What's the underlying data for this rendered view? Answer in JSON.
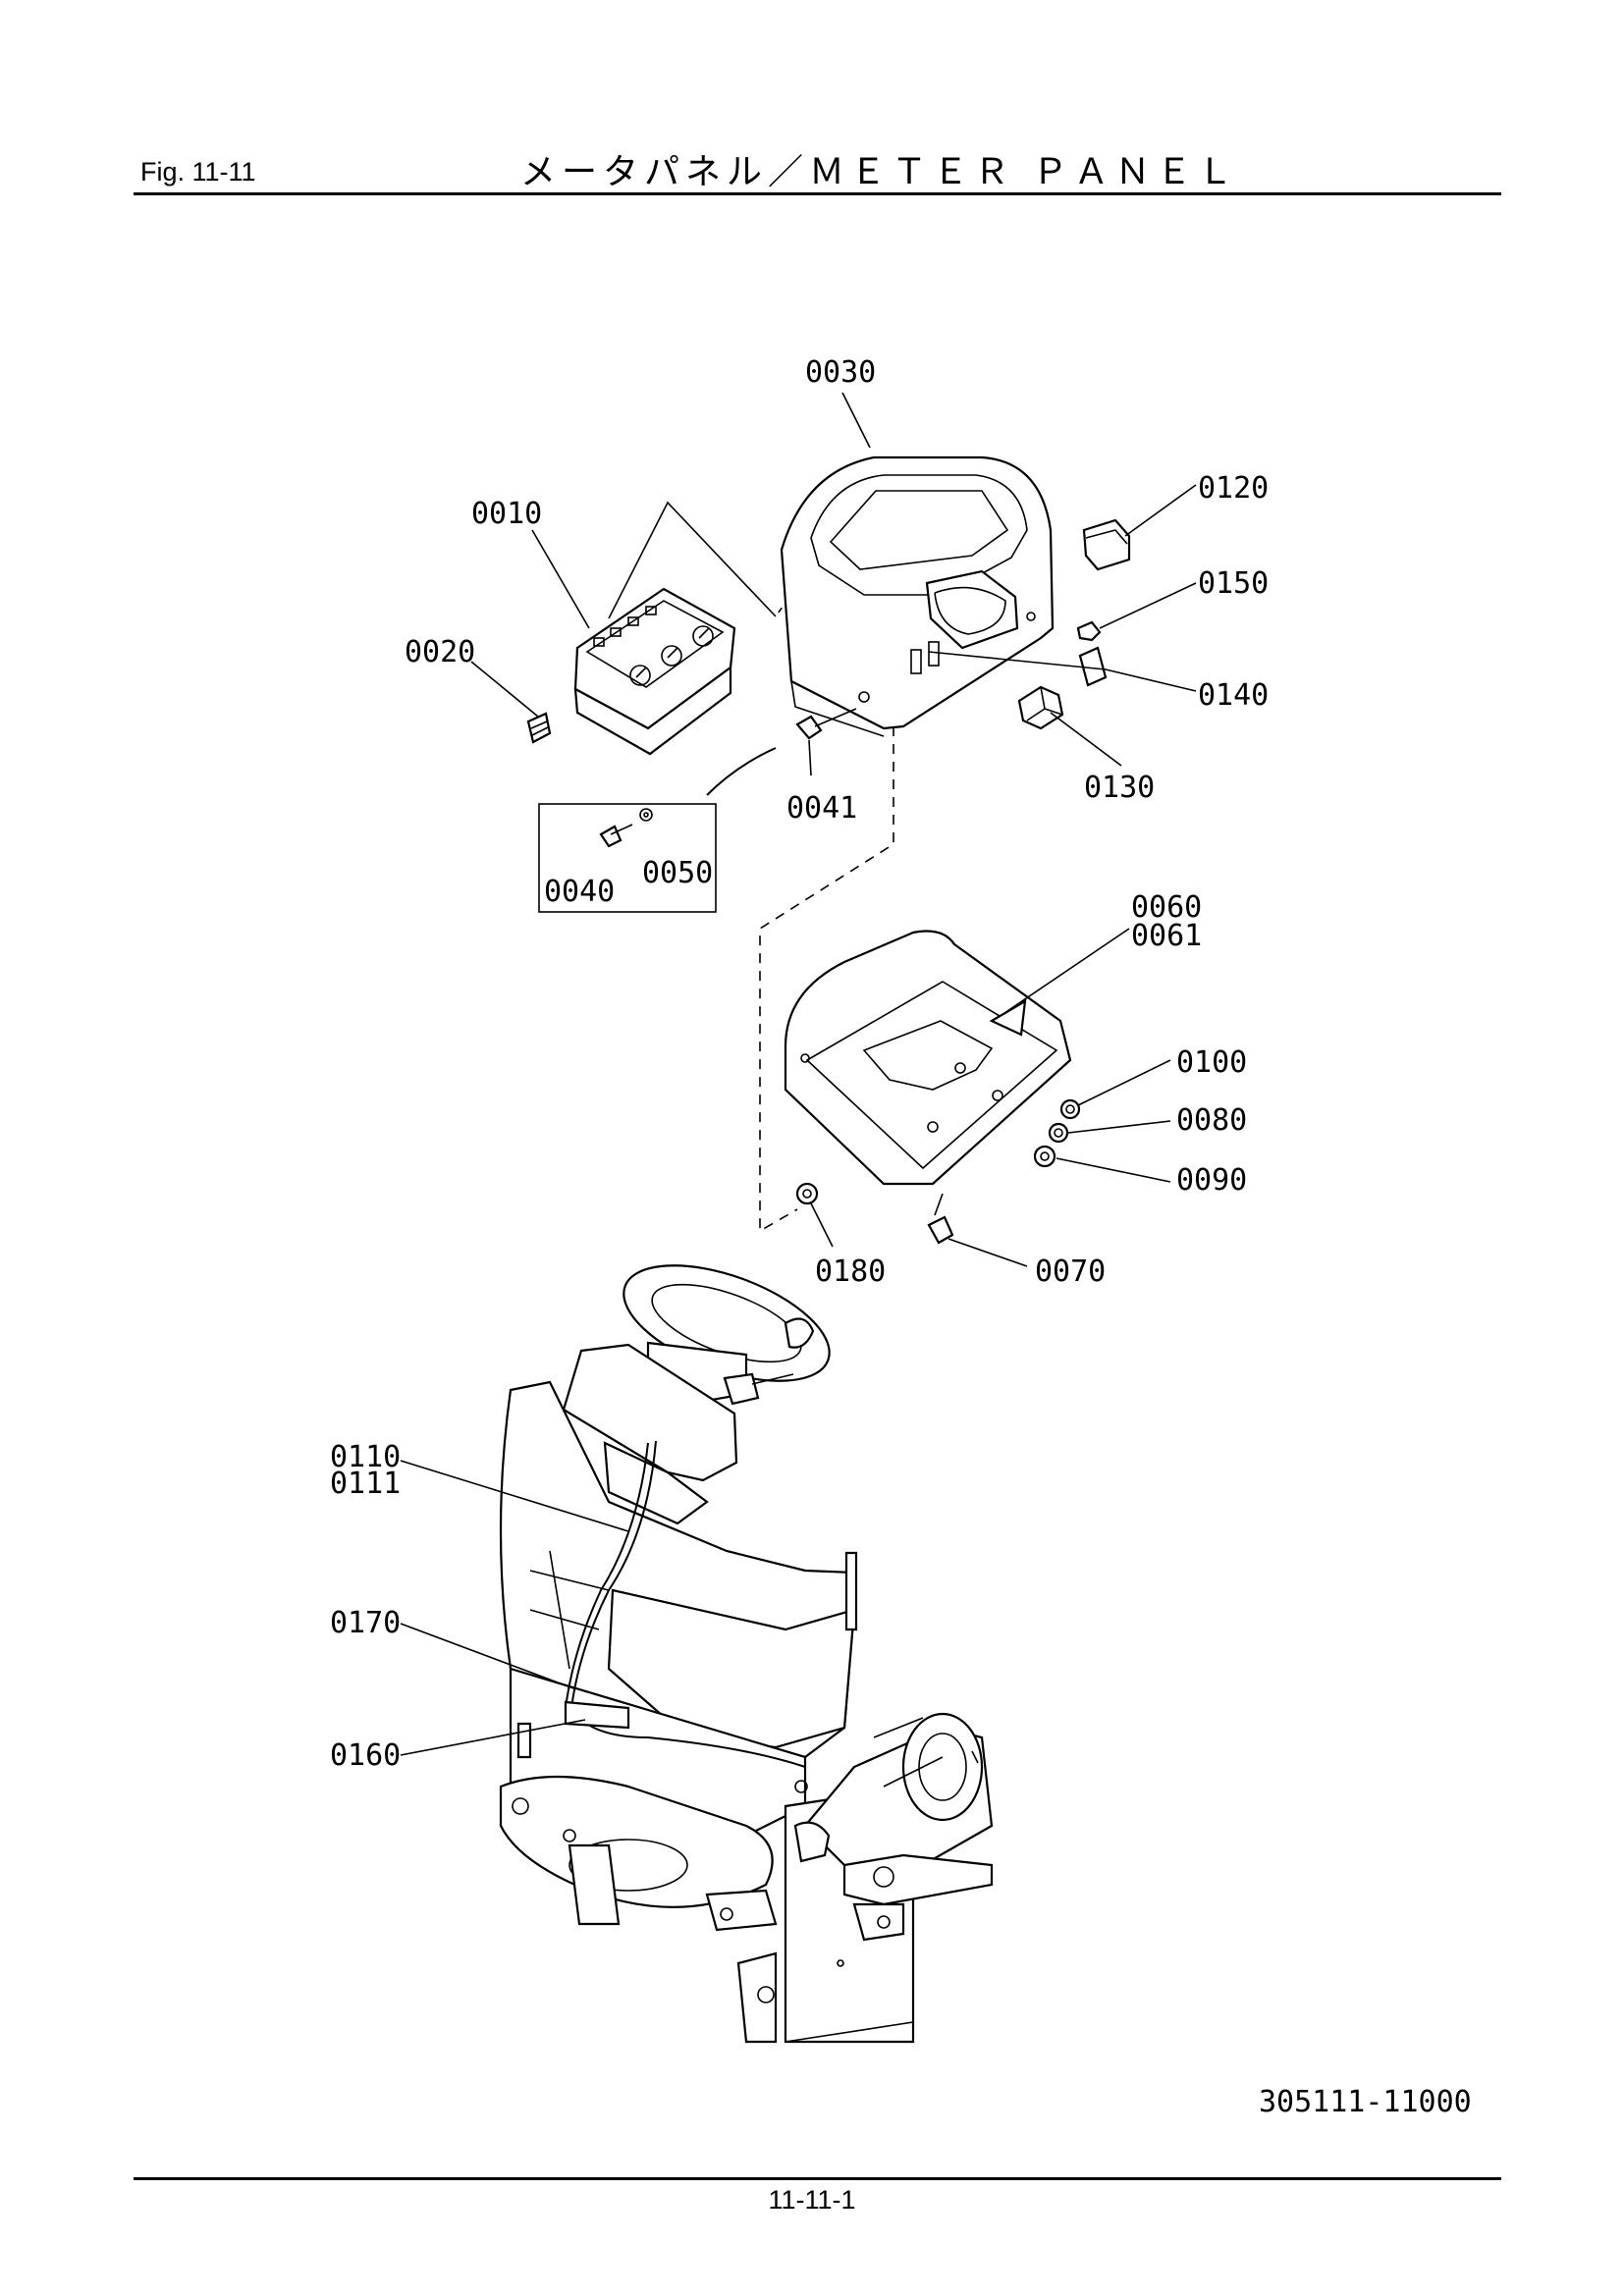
{
  "header": {
    "fig_label": "Fig.  11-11",
    "title": "メータパネル／ＭＥＴＥＲ ＰＡＮＥＬ"
  },
  "callouts": {
    "p0010": "0010",
    "p0020": "0020",
    "p0030": "0030",
    "p0040": "0040",
    "p0041": "0041",
    "p0050": "0050",
    "p0060": "0060",
    "p0061": "0061",
    "p0070": "0070",
    "p0080": "0080",
    "p0090": "0090",
    "p0100": "0100",
    "p0110": "0110",
    "p0111": "0111",
    "p0120": "0120",
    "p0130": "0130",
    "p0140": "0140",
    "p0150": "0150",
    "p0160": "0160",
    "p0170": "0170",
    "p0180": "0180"
  },
  "footer": {
    "drawing_number": "305111-11000",
    "page_number": "11-11-1"
  }
}
